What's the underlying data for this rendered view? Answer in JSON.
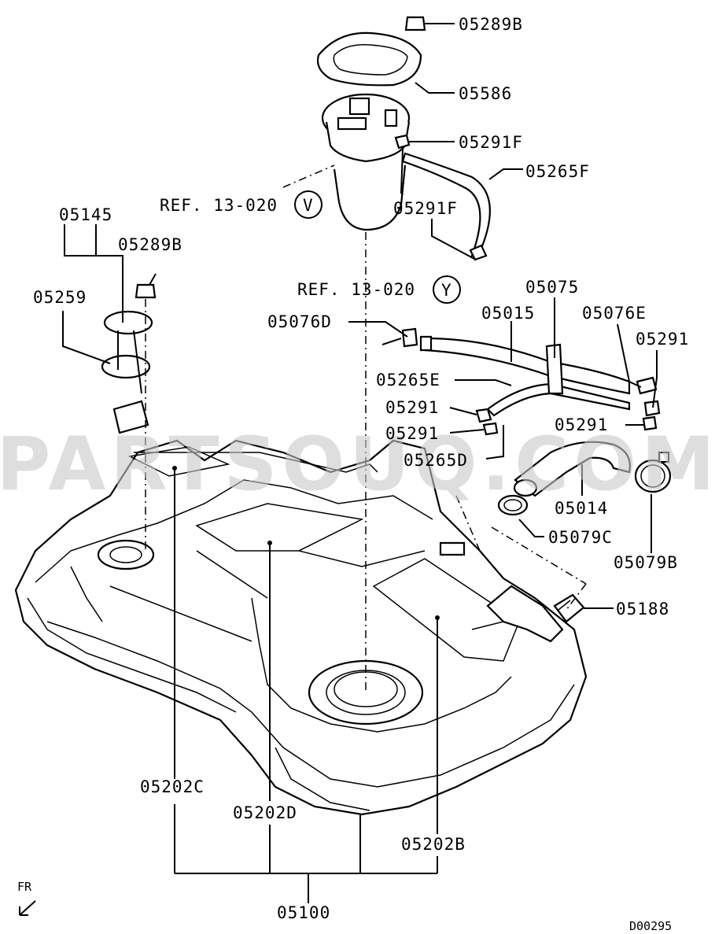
{
  "watermark": "PARTSOUQ.COM",
  "diagram_code": "D00295",
  "orientation_label": "FR",
  "labels": {
    "p05289B_top": "05289B",
    "p05586": "05586",
    "p05291F_a": "05291F",
    "p05265F": "05265F",
    "ref_v": "REF. 13-020",
    "circle_v": "V",
    "p05291F_b": "05291F",
    "circle_y": "Y",
    "ref_y": "REF. 13-020",
    "p05145": "05145",
    "p05289B_left": "05289B",
    "p05259": "05259",
    "p05075": "05075",
    "p05015": "05015",
    "p05076E": "05076E",
    "p05076D": "05076D",
    "p05291_a": "05291",
    "p05265E": "05265E",
    "p05291_b": "05291",
    "p05291_c": "05291",
    "p05291_d": "05291",
    "p05265D": "05265D",
    "p05014": "05014",
    "p05079C": "05079C",
    "p05079B": "05079B",
    "p05188": "05188",
    "p05202C": "05202C",
    "p05202D": "05202D",
    "p05202B": "05202B",
    "p05100": "05100"
  }
}
